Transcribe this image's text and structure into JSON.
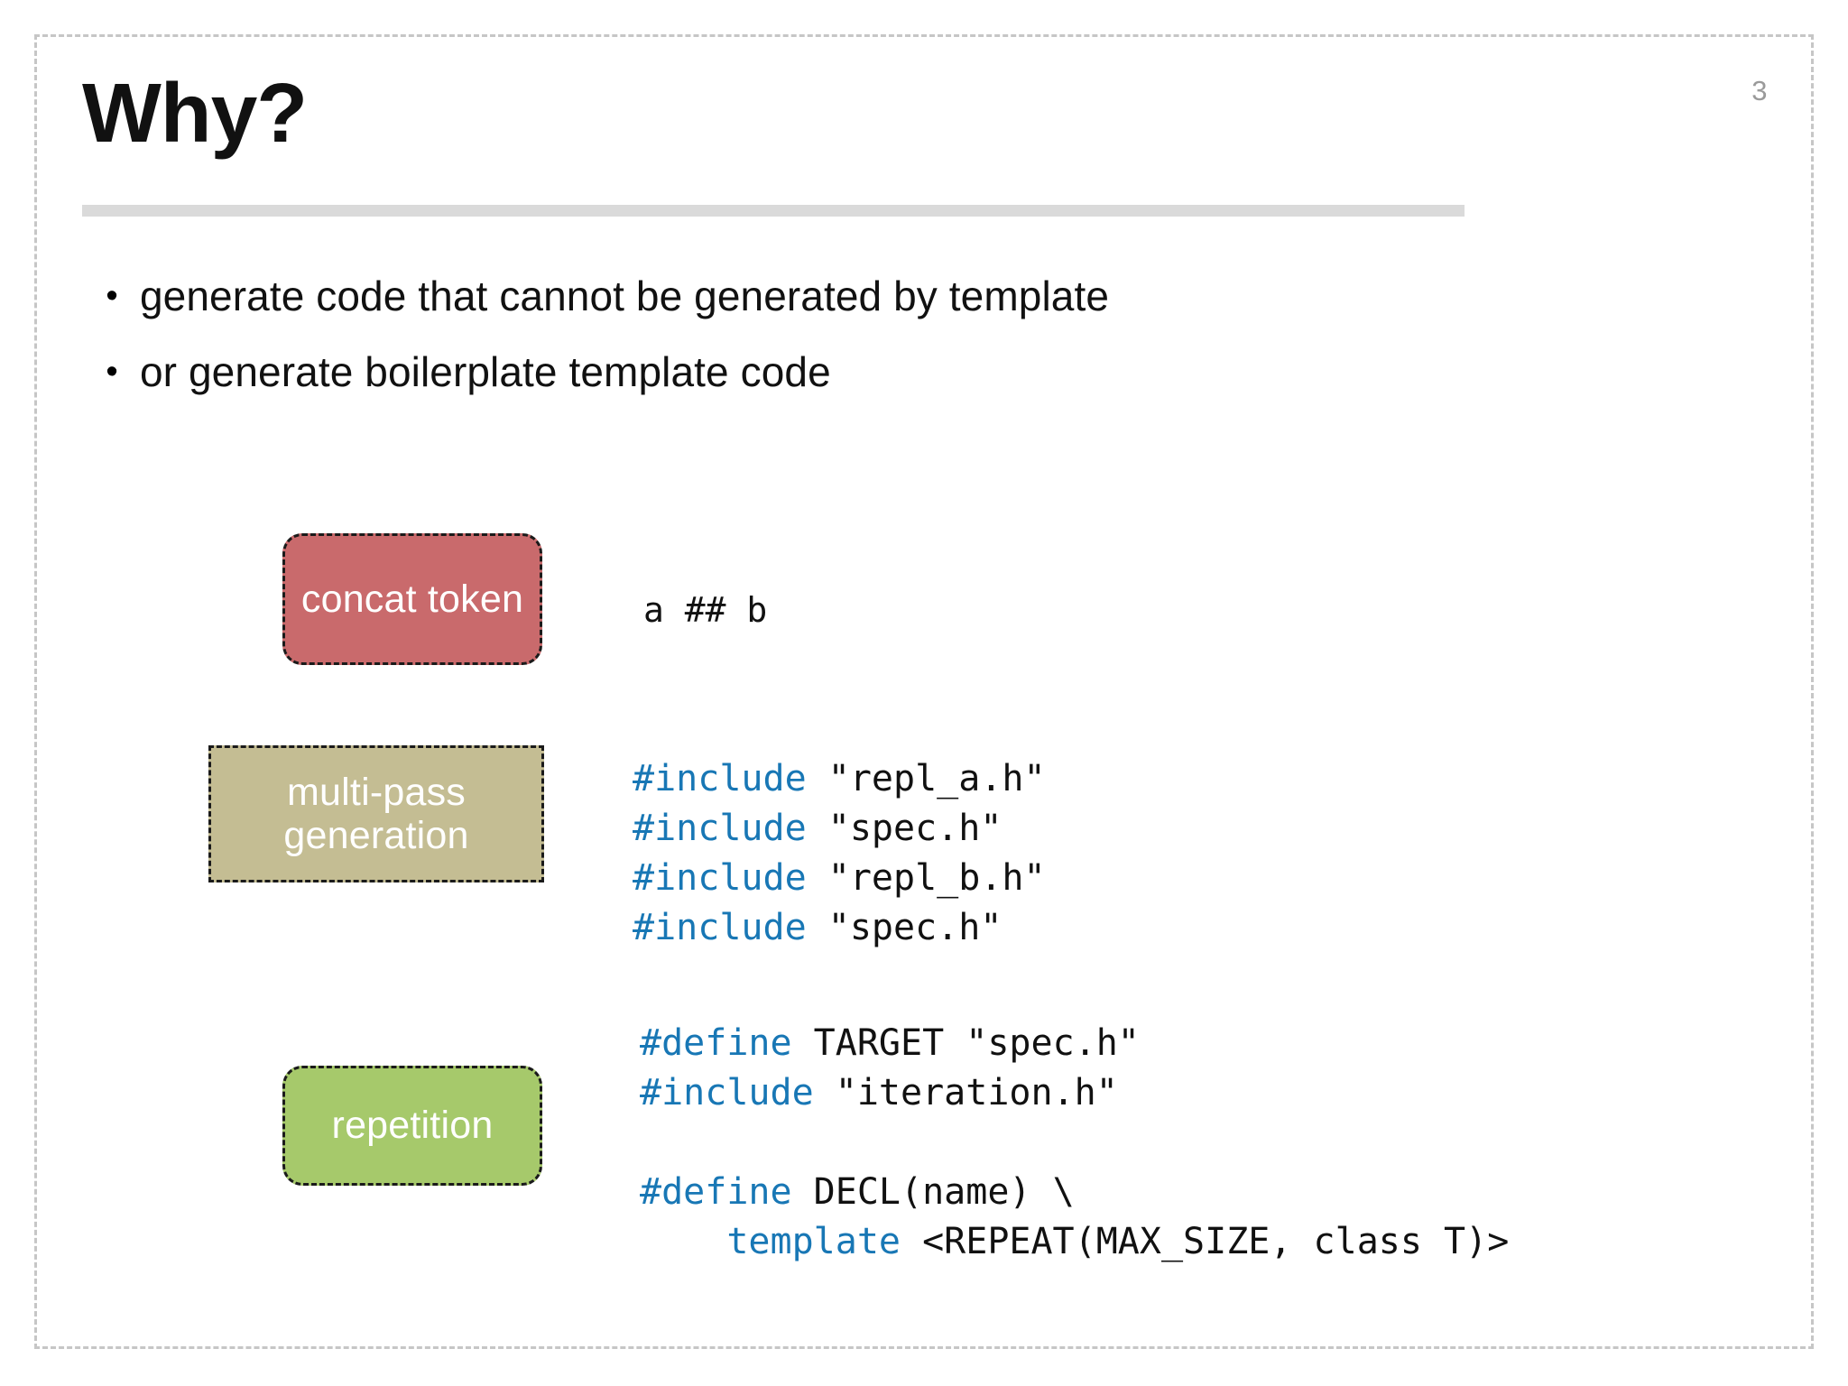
{
  "slide": {
    "page_number": "3",
    "title": "Why?",
    "bullet_marker": "•",
    "bullets": [
      {
        "text": "generate code that cannot be generated by template"
      },
      {
        "text": "or generate boilerplate template code"
      }
    ],
    "boxes": [
      {
        "id": "concat-token",
        "label": "concat\ntoken",
        "color": "#C96A6C",
        "shape": "rounded"
      },
      {
        "id": "multi-pass-generation",
        "label": "multi-pass\ngeneration",
        "color": "#C4BD93",
        "shape": "rectangle"
      },
      {
        "id": "repetition",
        "label": "repetition",
        "color": "#A6C96B",
        "shape": "rounded"
      }
    ],
    "code_blocks": {
      "concat": {
        "lines": [
          [
            {
              "t": "a ## b",
              "k": false
            }
          ]
        ]
      },
      "multipass": {
        "lines": [
          [
            {
              "t": "#include",
              "k": true
            },
            {
              "t": " \"repl_a.h\"",
              "k": false
            }
          ],
          [
            {
              "t": "#include",
              "k": true
            },
            {
              "t": " \"spec.h\"",
              "k": false
            }
          ],
          [
            {
              "t": "#include",
              "k": true
            },
            {
              "t": " \"repl_b.h\"",
              "k": false
            }
          ],
          [
            {
              "t": "#include",
              "k": true
            },
            {
              "t": " \"spec.h\"",
              "k": false
            }
          ]
        ]
      },
      "repetition": {
        "lines": [
          [
            {
              "t": "#define",
              "k": true
            },
            {
              "t": " TARGET \"spec.h\"",
              "k": false
            }
          ],
          [
            {
              "t": "#include",
              "k": true
            },
            {
              "t": " \"iteration.h\"",
              "k": false
            }
          ],
          [
            {
              "t": "",
              "k": false
            }
          ],
          [
            {
              "t": "#define",
              "k": true
            },
            {
              "t": " DECL(name) \\",
              "k": false
            }
          ],
          [
            {
              "t": "    ",
              "k": false
            },
            {
              "t": "template",
              "k": true
            },
            {
              "t": " <REPEAT(MAX_SIZE, class T)>",
              "k": false
            }
          ]
        ]
      }
    },
    "colors": {
      "accent_blue": "#1877B5",
      "rule_gray": "#DADADA",
      "page_number_gray": "#9A9A9A",
      "border_gray": "#C6C6C6"
    }
  }
}
